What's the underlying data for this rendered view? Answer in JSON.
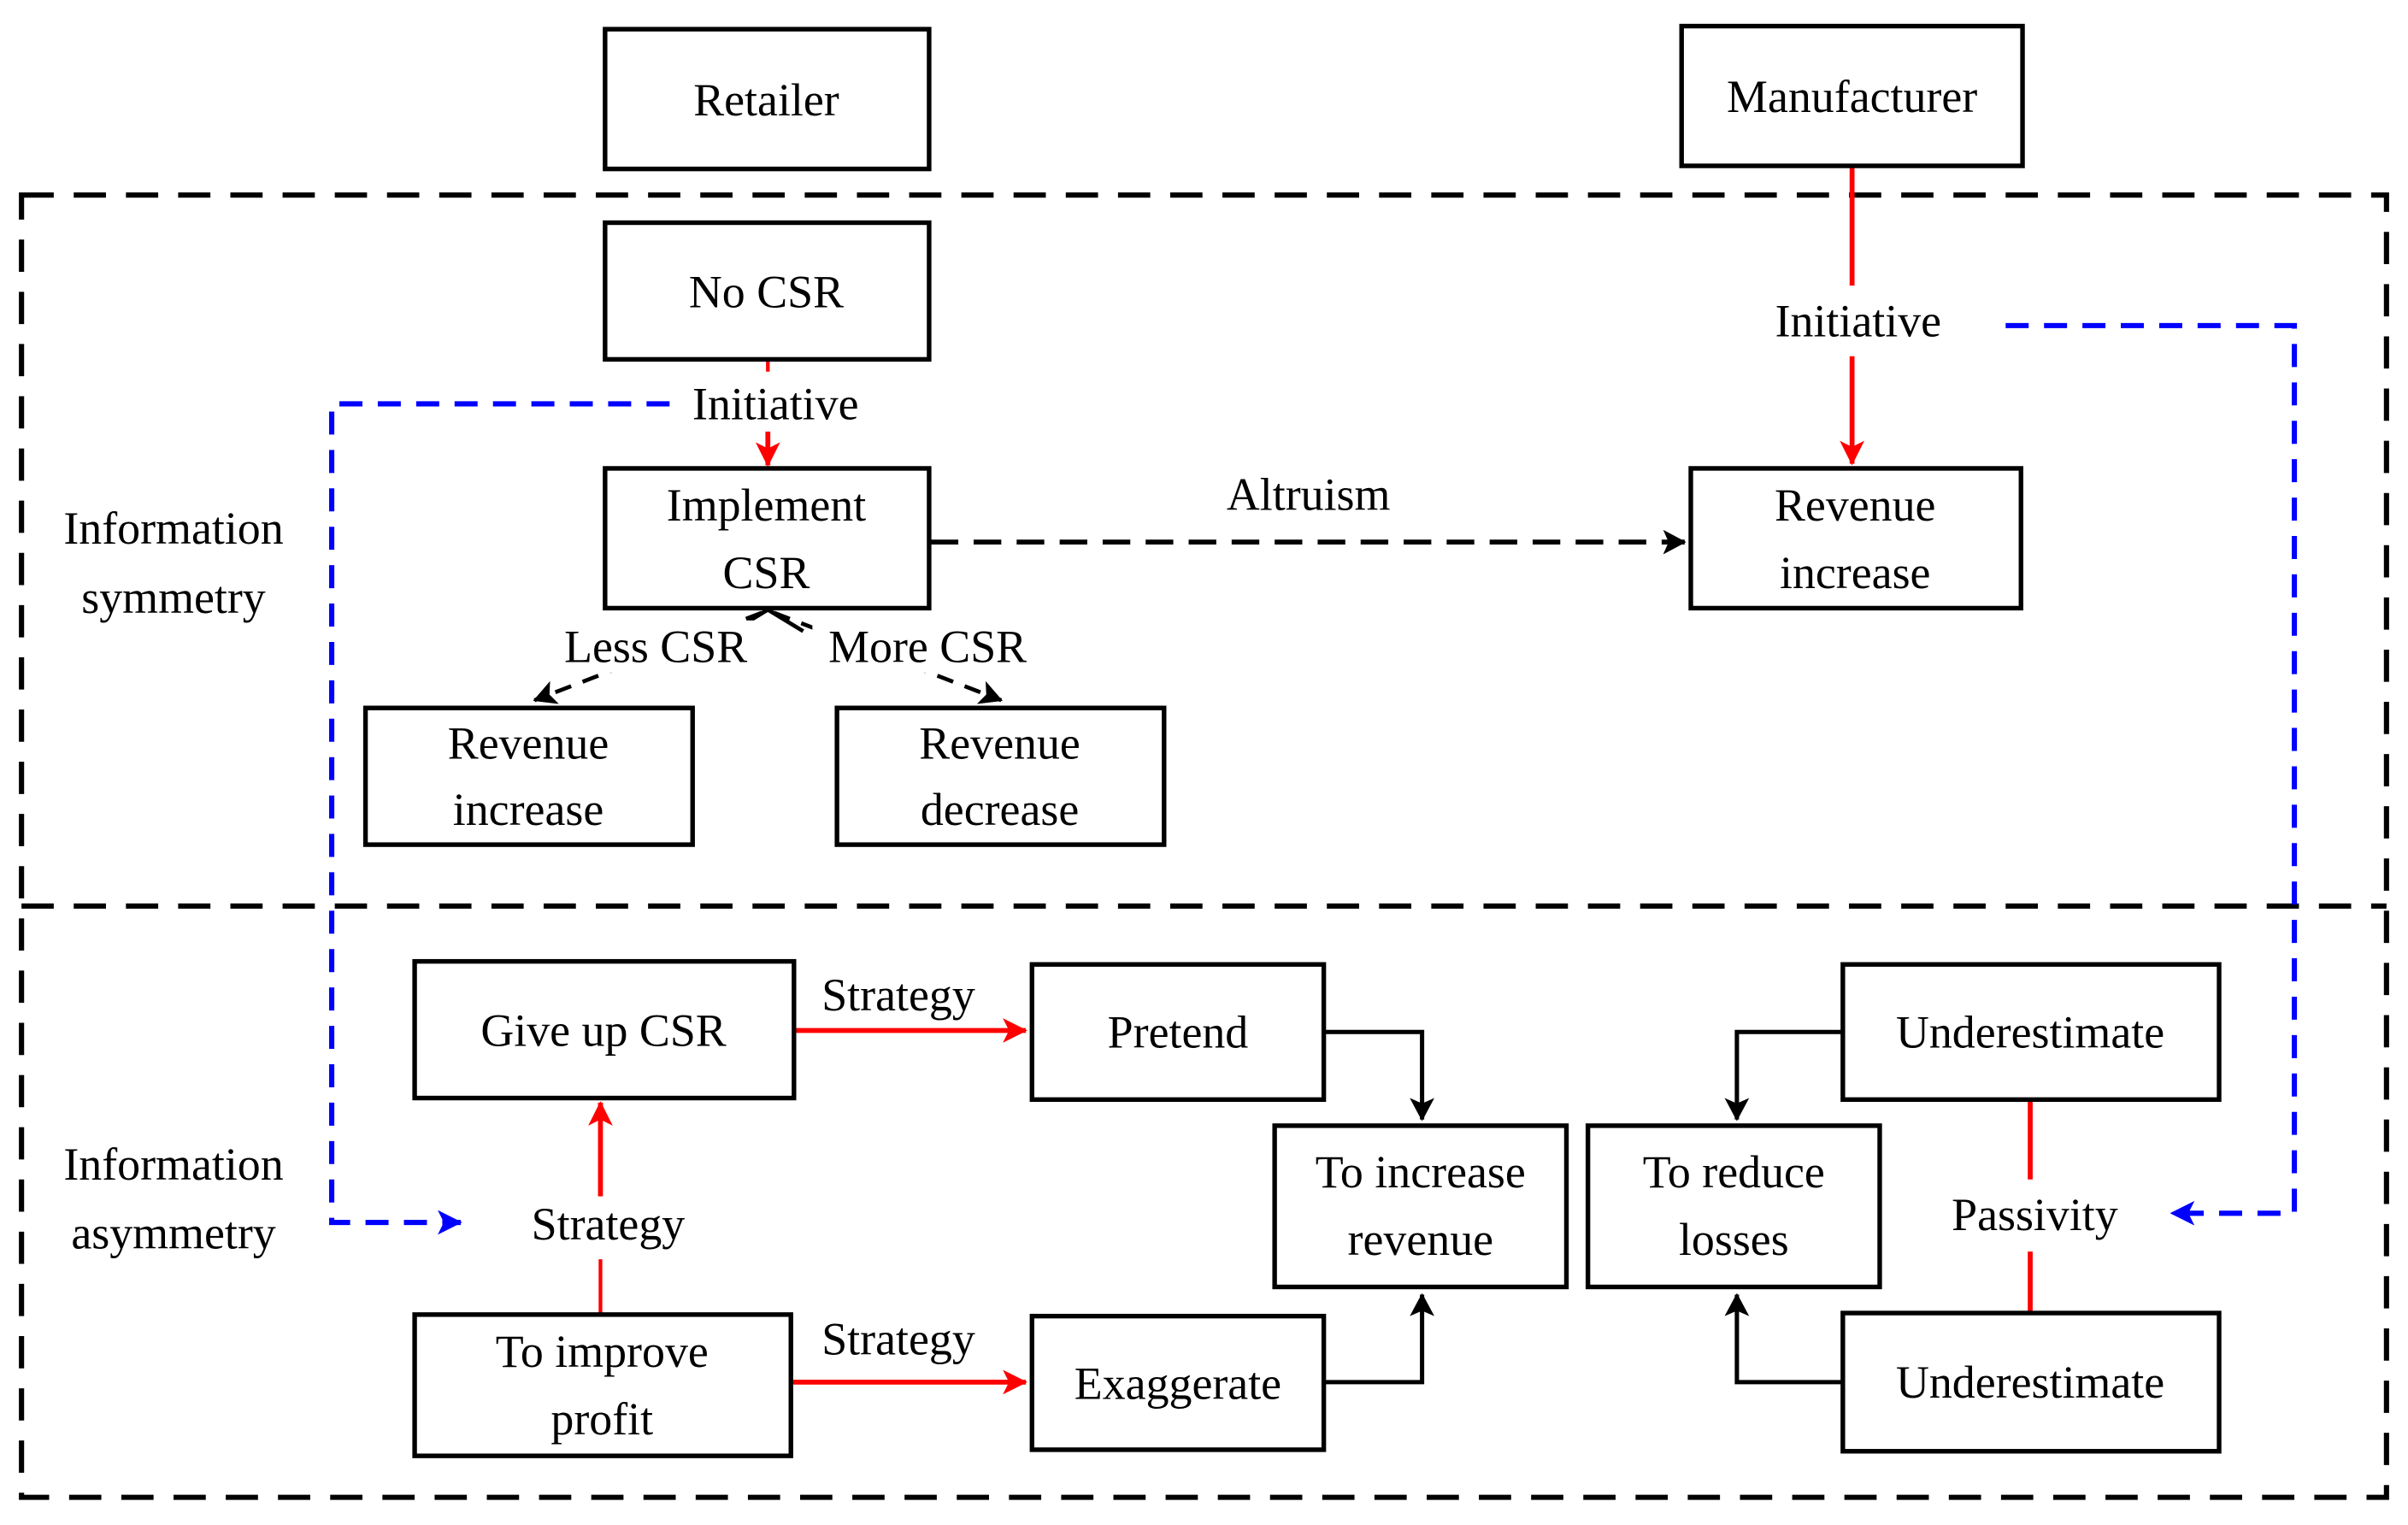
{
  "diagram": {
    "actors": {
      "retailer": "Retailer",
      "manufacturer": "Manufacturer"
    },
    "sections": {
      "symmetry": {
        "line1": "Information",
        "line2": "symmetry"
      },
      "asymmetry": {
        "line1": "Information",
        "line2": "asymmetry"
      }
    },
    "boxes": {
      "no_csr": "No CSR",
      "implement_csr": {
        "line1": "Implement",
        "line2": "CSR"
      },
      "revenue_increase_manufacturer": {
        "line1": "Revenue",
        "line2": "increase"
      },
      "revenue_increase_retailer": {
        "line1": "Revenue",
        "line2": "increase"
      },
      "revenue_decrease": {
        "line1": "Revenue",
        "line2": "decrease"
      },
      "give_up_csr": "Give up CSR",
      "pretend": "Pretend",
      "to_increase_revenue": {
        "line1": "To increase",
        "line2": "revenue"
      },
      "to_reduce_losses": {
        "line1": "To reduce",
        "line2": "losses"
      },
      "underestimate_top": "Underestimate",
      "underestimate_bottom": "Underestimate",
      "to_improve_profit": {
        "line1": "To improve",
        "line2": "profit"
      },
      "exaggerate": "Exaggerate"
    },
    "edge_labels": {
      "initiative_retailer": "Initiative",
      "initiative_manufacturer": "Initiative",
      "altruism": "Altruism",
      "less_csr": "Less CSR",
      "more_csr": "More CSR",
      "strategy_give_up": "Strategy",
      "strategy_pretend": "Strategy",
      "strategy_exaggerate": "Strategy",
      "passivity": "Passivity"
    },
    "colors": {
      "initiative_strategy_arrows": "#ff0000",
      "feedback_arrows": "#0000ff",
      "structure": "#000000",
      "background": "#ffffff"
    }
  }
}
